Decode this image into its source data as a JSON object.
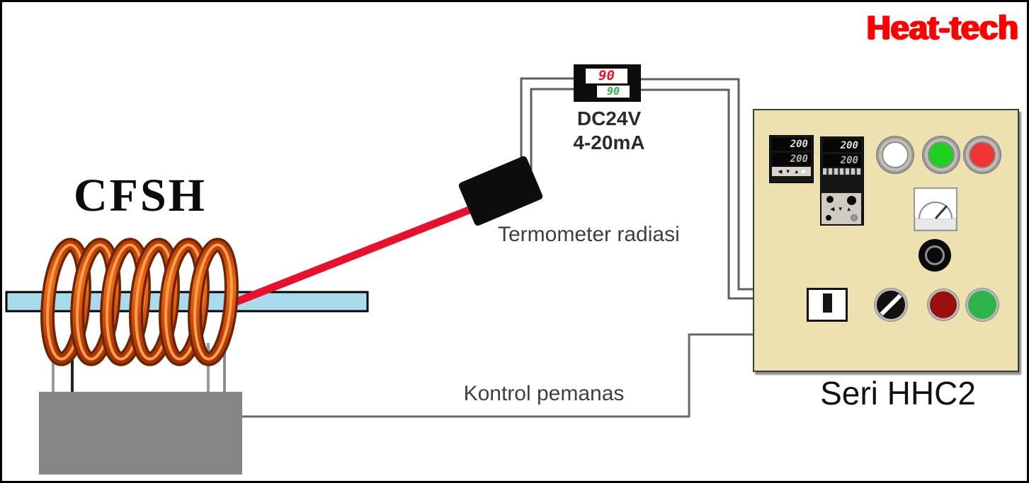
{
  "brand": {
    "name": "Heat-tech",
    "color": "#ff0000"
  },
  "heater": {
    "model": "CFSH",
    "coil_color": "#d95b13",
    "tube_color": "#a8dcec"
  },
  "sensor": {
    "label": "Termometer radiasi",
    "laser_color": "#e8112d"
  },
  "transmitter": {
    "reading_top": "90",
    "reading_top_color": "#e8112d",
    "reading_bottom": "90",
    "reading_bottom_color": "#2bb24a",
    "spec_line1": "DC24V",
    "spec_line2": "4-20mA"
  },
  "control_wire": {
    "label": "Kontrol pemanas"
  },
  "panel": {
    "label": "Seri HHC2",
    "background": "#ece1af",
    "controller_small": {
      "pv": "200",
      "sv": "200",
      "keys": "◀ ▼ ▲"
    },
    "controller_large": {
      "pv": "200",
      "sv": "200",
      "keys": "◀ ▼ ▲"
    },
    "pilot_lights": [
      {
        "name": "white",
        "color": "#ffffff"
      },
      {
        "name": "green",
        "color": "#1fd11f"
      },
      {
        "name": "red",
        "color": "#f03434"
      }
    ],
    "buttons": [
      {
        "name": "black-socket",
        "color": "#0a0a0a"
      },
      {
        "name": "rocker-switch",
        "color": "#ffffff"
      },
      {
        "name": "rotary-selector",
        "color": "#111111"
      },
      {
        "name": "red-button",
        "color": "#9c0f0f"
      },
      {
        "name": "green-button",
        "color": "#2db54b"
      }
    ]
  }
}
